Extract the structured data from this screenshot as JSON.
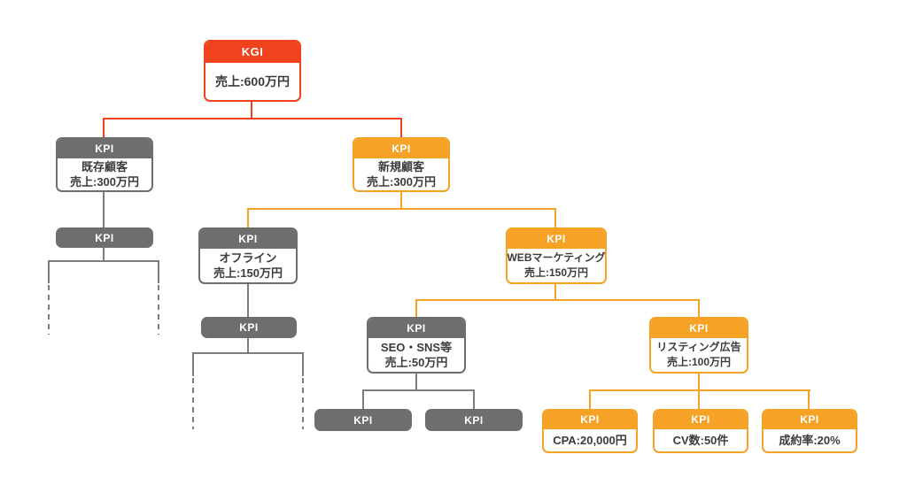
{
  "diagram": {
    "type": "kpi-tree",
    "background": "#FFFFFF",
    "colors": {
      "kgi_red": "#F0421C",
      "kpi_orange": "#F5A227",
      "kpi_gray": "#6E6E6E",
      "line_gray": "#7C7C7C",
      "body_text": "#3C3C3C"
    },
    "nodes": {
      "kgi": {
        "label": "KGI",
        "body1": "売上:600万円"
      },
      "existing": {
        "label": "KPI",
        "body1": "既存顧客",
        "body2": "売上:300万円"
      },
      "new": {
        "label": "KPI",
        "body1": "新規顧客",
        "body2": "売上:300万円"
      },
      "existing_sub": {
        "label": "KPI"
      },
      "offline": {
        "label": "KPI",
        "body1": "オフライン",
        "body2": "売上:150万円"
      },
      "web": {
        "label": "KPI",
        "body1": "WEBマーケティング",
        "body2": "売上:150万円"
      },
      "offline_sub": {
        "label": "KPI"
      },
      "seo": {
        "label": "KPI",
        "body1": "SEO・SNS等",
        "body2": "売上:50万円"
      },
      "listing": {
        "label": "KPI",
        "body1": "リスティング広告",
        "body2": "売上:100万円"
      },
      "seo_sub1": {
        "label": "KPI"
      },
      "seo_sub2": {
        "label": "KPI"
      },
      "cpa": {
        "label": "KPI",
        "body1": "CPA:20,000円"
      },
      "cv": {
        "label": "KPI",
        "body1": "CV数:50件"
      },
      "rate": {
        "label": "KPI",
        "body1": "成約率:20%"
      }
    }
  }
}
